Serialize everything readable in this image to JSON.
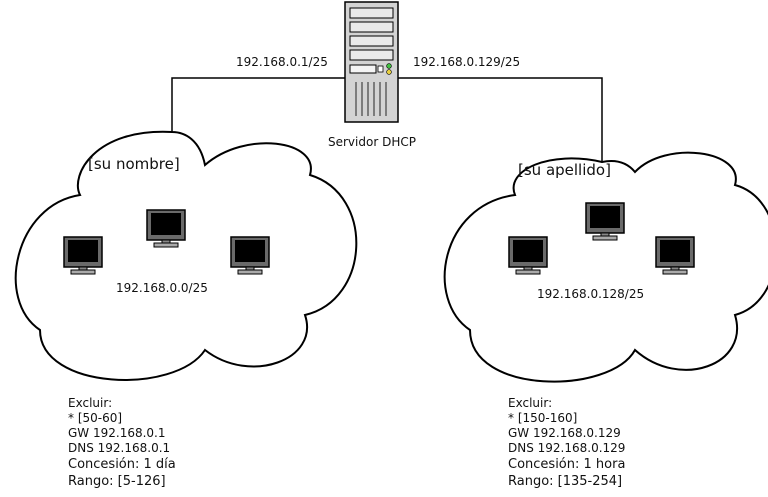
{
  "server": {
    "label": "Servidor DHCP",
    "left_iface": "192.168.0.1/25",
    "right_iface": "192.168.0.129/25"
  },
  "left_network": {
    "name": "[su nombre]",
    "subnet": "192.168.0.0/25",
    "info": {
      "exclude_label": "Excluir:",
      "exclude_range": "* [50-60]",
      "gw": "GW 192.168.0.1",
      "dns": "DNS  192.168.0.1",
      "lease": "Concesión: 1 día",
      "range": "Rango: [5-126]"
    }
  },
  "right_network": {
    "name": "[su apellido]",
    "subnet": "192.168.0.128/25",
    "info": {
      "exclude_label": "Excluir:",
      "exclude_range": "* [150-160]",
      "gw": "GW 192.168.0.129",
      "dns": "DNS  192.168.0.129",
      "lease": "Concesión: 1 hora",
      "range": "Rango: [135-254]"
    }
  }
}
